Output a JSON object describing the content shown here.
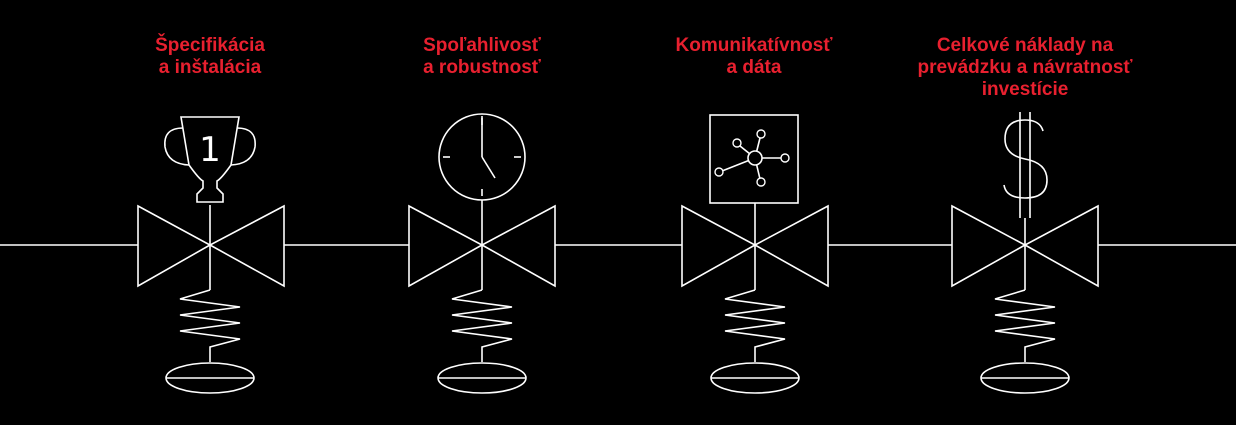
{
  "diagram": {
    "colors": {
      "background": "#000000",
      "line": "#ffffff",
      "label": "#e8202f"
    },
    "valves": [
      {
        "label": "Špecifikácia\na inštalácia",
        "icon": "trophy-icon",
        "icon_text": "1"
      },
      {
        "label": "Spoľahlivosť\na robustnosť",
        "icon": "clock-icon"
      },
      {
        "label": "Komunikatívnosť\na dáta",
        "icon": "network-hub-icon"
      },
      {
        "label": "Celkové náklady na\nprevádzku  a návratnosť\ninvestície",
        "icon": "dollar-icon"
      }
    ]
  }
}
